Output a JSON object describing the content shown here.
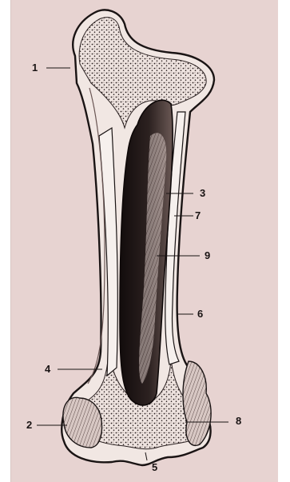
{
  "figure": {
    "plate_color": "#e7d3d1",
    "ink_color": "#1a1414",
    "labels": [
      {
        "id": "1",
        "text": "1"
      },
      {
        "id": "2",
        "text": "2"
      },
      {
        "id": "3",
        "text": "3"
      },
      {
        "id": "4",
        "text": "4"
      },
      {
        "id": "5",
        "text": "5"
      },
      {
        "id": "6",
        "text": "6"
      },
      {
        "id": "7",
        "text": "7"
      },
      {
        "id": "8",
        "text": "8"
      },
      {
        "id": "9",
        "text": "9"
      }
    ]
  }
}
